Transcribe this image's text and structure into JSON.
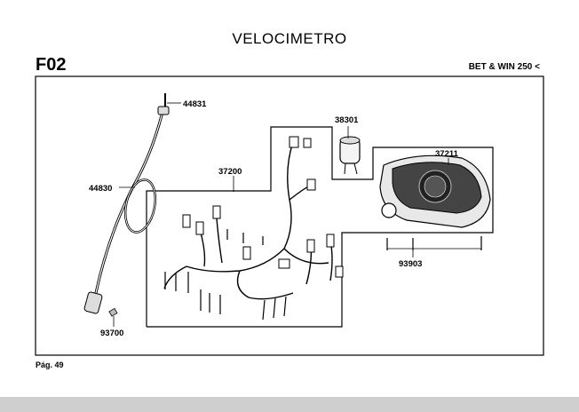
{
  "header": {
    "title": "VELOCIMETRO",
    "section_code": "F02",
    "model": "BET & WIN 250 <"
  },
  "footer": {
    "page": "Pág. 49"
  },
  "parts": [
    {
      "id": "p44831",
      "number": "44831"
    },
    {
      "id": "p44830",
      "number": "44830"
    },
    {
      "id": "p93700",
      "number": "93700"
    },
    {
      "id": "p37200",
      "number": "37200"
    },
    {
      "id": "p38301",
      "number": "38301"
    },
    {
      "id": "p37211",
      "number": "37211"
    },
    {
      "id": "p93903",
      "number": "93903"
    }
  ]
}
